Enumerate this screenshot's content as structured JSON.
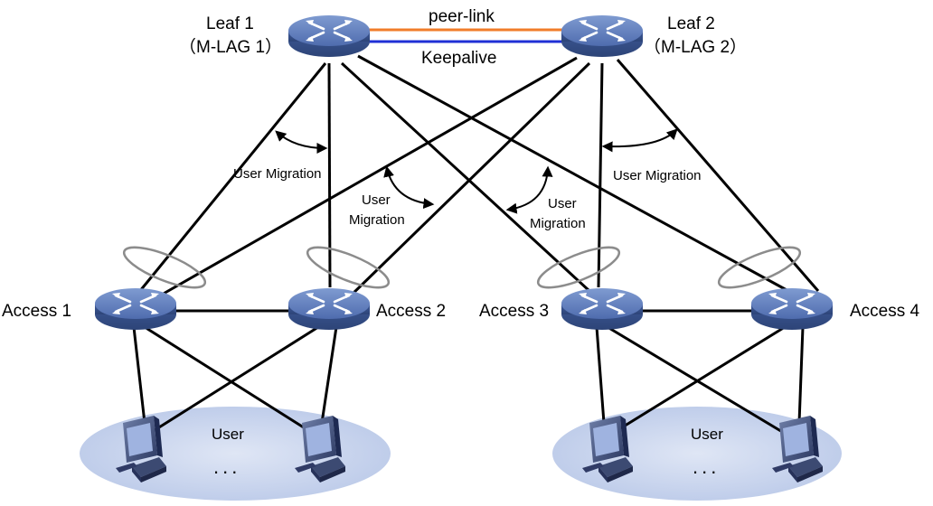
{
  "labels": {
    "leaf1_name": "Leaf 1",
    "leaf1_sub": "（M-LAG 1）",
    "leaf2_name": "Leaf 2",
    "leaf2_sub": "（M-LAG 2）",
    "peer_link": "peer-link",
    "keepalive": "Keepalive",
    "access1": "Access 1",
    "access2": "Access 2",
    "access3": "Access 3",
    "access4": "Access 4",
    "user_left": "User",
    "user_right": "User",
    "dots_left": "...",
    "dots_right": "...",
    "migration_1": "User Migration",
    "migration_2_a": "User",
    "migration_2_b": "Migration",
    "migration_3_a": "User",
    "migration_3_b": "Migration",
    "migration_4": "User Migration"
  },
  "colors": {
    "device_top": "#5b79b9",
    "device_side": "#3d5a98",
    "peer_link": "#f07c2a",
    "keepalive": "#1f2fd6",
    "user_zone": "#c7d3ec",
    "lag_ring": "#8c8c8c",
    "link": "#000000"
  },
  "icons": {
    "switch": "switch-icon",
    "pc": "pc-icon"
  }
}
